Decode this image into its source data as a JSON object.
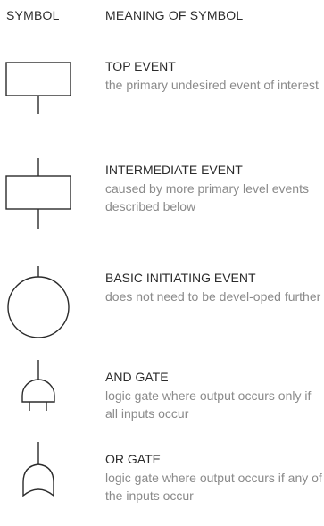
{
  "header": {
    "symbol": "SYMBOL",
    "meaning": "MEANING OF SYMBOL"
  },
  "rows": [
    {
      "name": "TOP EVENT",
      "desc": "the primary undesired event of interest",
      "icon": "top-event-rectangle-icon"
    },
    {
      "name": "INTERMEDIATE EVENT",
      "desc": "caused by more primary level events described below",
      "icon": "intermediate-event-rectangle-icon"
    },
    {
      "name": "BASIC INITIATING EVENT",
      "desc": "does not need to be devel-oped further",
      "icon": "basic-event-circle-icon"
    },
    {
      "name": "AND GATE",
      "desc": "logic gate where output occurs only if all inputs occur",
      "icon": "and-gate-icon"
    },
    {
      "name": "OR GATE",
      "desc": "logic gate where output occurs if any of the inputs occur",
      "icon": "or-gate-icon"
    }
  ]
}
